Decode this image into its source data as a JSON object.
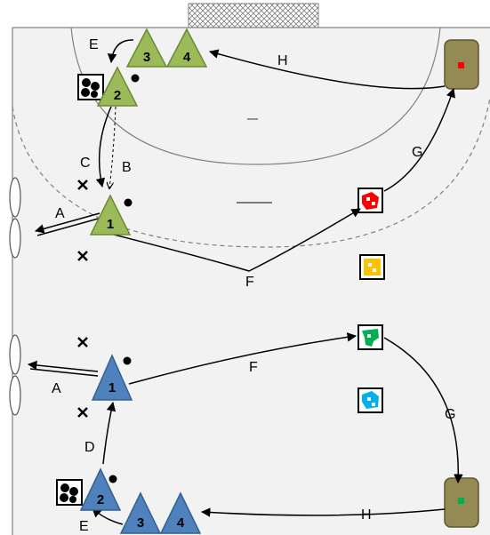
{
  "colors": {
    "court": "#f2f2f2",
    "court_line": "#808080",
    "green_player": "#9bbb59",
    "green_player_border": "#6a8a36",
    "blue_player": "#4f81bd",
    "blue_player_border": "#34628f",
    "mat": "#948a54",
    "mat_border": "#5e5632",
    "arrow": "#000000",
    "cone_red": "#ff0000",
    "cone_yellow": "#ffc000",
    "cone_green": "#00b050",
    "cone_blue": "#00b0f0"
  },
  "goal": {
    "icon": "handball-goal-net"
  },
  "players": [
    {
      "id": "g3",
      "team": "green",
      "label": "3"
    },
    {
      "id": "g4",
      "team": "green",
      "label": "4"
    },
    {
      "id": "g2",
      "team": "green",
      "label": "2"
    },
    {
      "id": "g1",
      "team": "green",
      "label": "1"
    },
    {
      "id": "b1",
      "team": "blue",
      "label": "1"
    },
    {
      "id": "b2",
      "team": "blue",
      "label": "2"
    },
    {
      "id": "b3",
      "team": "blue",
      "label": "3"
    },
    {
      "id": "b4",
      "team": "blue",
      "label": "4"
    }
  ],
  "labels": {
    "top_E": "E",
    "top_H": "H",
    "top_C": "C",
    "top_B": "B",
    "top_A": "A",
    "top_G": "G",
    "top_F": "F",
    "bottom_F": "F",
    "bottom_A": "A",
    "bottom_G": "G",
    "bottom_D": "D",
    "bottom_E": "E",
    "bottom_H": "H"
  },
  "icons": {
    "ball_box": "ball-box-icon",
    "cone": "cone-marker-icon",
    "defender": "x-marker-icon",
    "ball": "ball-icon",
    "mat": "mat-icon",
    "wall_goal": "oval-target-icon"
  }
}
